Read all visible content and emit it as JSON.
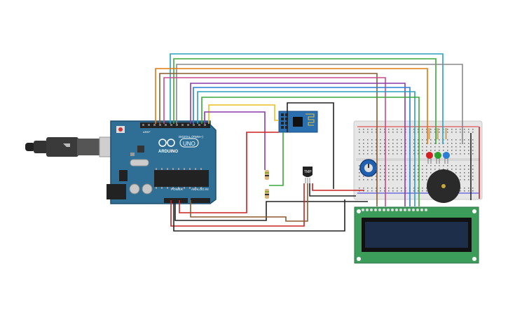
{
  "arduino": {
    "brand": "ARDUINO",
    "model": "UNO",
    "digital_header_label": "DIGITAL (PWM~)",
    "power_label": "POWER",
    "analog_label": "ANALOG IN",
    "aref_label": "AREF"
  },
  "sensor": {
    "label": "TMP"
  },
  "colors": {
    "board": "#2f6f95",
    "board_edge": "#1f4f6e",
    "breadboard": "#e6e6e6",
    "lcd_pcb": "#3c9c5a",
    "lcd_screen": "#1c2e4a",
    "wifi_module": "#2a6fb0",
    "wire_red": "#cc2020",
    "wire_black": "#222222",
    "wire_green": "#3aa83a",
    "wire_yellow": "#e8c020",
    "wire_purple": "#8a3aa8",
    "wire_orange": "#e07a10",
    "wire_teal": "#28a0c0",
    "wire_brown": "#8a5a30",
    "wire_pink": "#c84a8a",
    "wire_gray": "#888888"
  }
}
